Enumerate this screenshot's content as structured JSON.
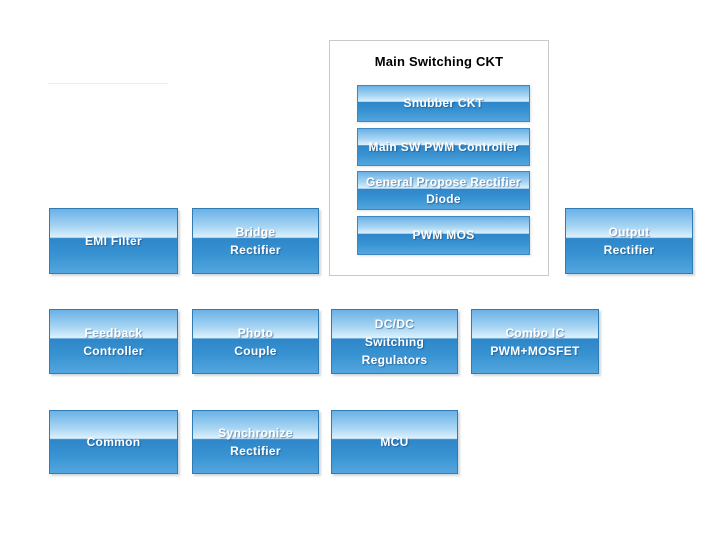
{
  "main_group": {
    "title": "Main Switching CKT",
    "children": [
      {
        "label": "Snubber CKT"
      },
      {
        "label": "Main SW PWM Controller"
      },
      {
        "label": "General Propose Rectifier\nDiode"
      },
      {
        "label": "PWM MOS"
      }
    ]
  },
  "blocks": [
    {
      "label": "EMI Filter"
    },
    {
      "label": "Bridge\nRectifier"
    },
    {
      "label": "Output\nRectifier"
    },
    {
      "label": "Feedback\nController"
    },
    {
      "label": "Photo\nCouple"
    },
    {
      "label": "DC/DC\nSwitching\nRegulators"
    },
    {
      "label": "Combo IC\nPWM+MOSFET"
    },
    {
      "label": "Common"
    },
    {
      "label": "Synchronize\nRectifier"
    },
    {
      "label": "MCU"
    }
  ],
  "colors": {
    "block_border": "#2f7cb5",
    "block_gradient_top": "#6ab1e5",
    "block_gradient_gloss": "#ddf1fc",
    "block_gradient_bottom_start": "#2e86c9",
    "block_gradient_bottom_end": "#54a6dd",
    "block_text": "#ffffff",
    "group_border": "#c9c9c9",
    "group_background": "#ffffff",
    "title_text": "#000000",
    "faint_line": "#d5f6f1",
    "page_background": "#ffffff"
  }
}
